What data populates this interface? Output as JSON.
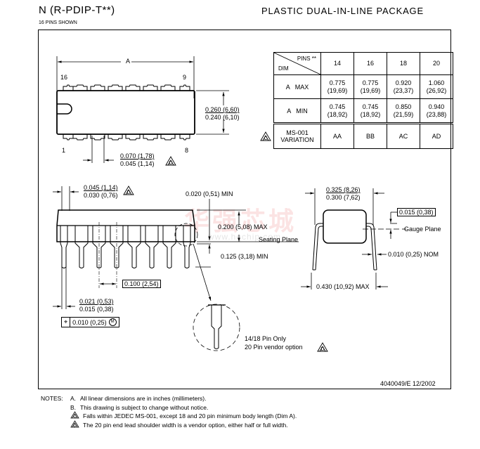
{
  "header": {
    "package_code": "N (R-PDIP-T**)",
    "pins_shown": "16 PINS SHOWN",
    "package_name": "PLASTIC DUAL-IN-LINE PACKAGE"
  },
  "watermark": {
    "text": "华强芯城",
    "url": "www.hqchip.com"
  },
  "top_view": {
    "dim_a_label": "A",
    "pin_16": "16",
    "pin_9": "9",
    "pin_1": "1",
    "pin_8": "8",
    "width_max": "0.260 (6,60)",
    "width_min": "0.240 (6,10)",
    "lead_shoulder_max": "0.070 (1,78)",
    "lead_shoulder_min": "0.045 (1,14)",
    "lead_shoulder_note": "D"
  },
  "side_view": {
    "end_lead_max": "0.045 (1,14)",
    "end_lead_min": "0.030 (0,76)",
    "end_lead_note": "D",
    "standoff": "0.020 (0,51) MIN",
    "height": "0.200 (5,08) MAX",
    "seating_plane": "Seating Plane",
    "lead_length": "0.125 (3,18) MIN",
    "pitch": "0.100 (2,54)",
    "lead_width_max": "0.021 (0,53)",
    "lead_width_min": "0.015 (0,38)",
    "position_tolerance": "0.010 (0,25)",
    "position_symbol": "⌖",
    "mmc_symbol": "M"
  },
  "end_view": {
    "row_spacing_max": "0.325 (8,26)",
    "row_spacing_min": "0.300 (7,62)",
    "gauge_offset": "0.015 (0,38)",
    "gauge_plane": "Gauge Plane",
    "lead_thickness": "0.010 (0,25) NOM",
    "overall_width": "0.430 (10,92) MAX"
  },
  "detail": {
    "line1": "14/18 Pin Only",
    "line2": "20 Pin vendor option",
    "note": "D"
  },
  "dim_table": {
    "header_pins": "PINS **",
    "header_dim": "DIM",
    "pin_counts": [
      "14",
      "16",
      "18",
      "20"
    ],
    "rows": [
      {
        "label": "A   MAX",
        "values": [
          [
            "0.775",
            "(19,69)"
          ],
          [
            "0.775",
            "(19,69)"
          ],
          [
            "0.920",
            "(23,37)"
          ],
          [
            "1.060",
            "(26,92)"
          ]
        ]
      },
      {
        "label": "A   MIN",
        "values": [
          [
            "0.745",
            "(18,92)"
          ],
          [
            "0.745",
            "(18,92)"
          ],
          [
            "0.850",
            "(21,59)"
          ],
          [
            "0.940",
            "(23,88)"
          ]
        ]
      }
    ],
    "variation": {
      "label_1": "MS-001",
      "label_2": "VARIATION",
      "note": "C",
      "values": [
        "AA",
        "BB",
        "AC",
        "AD"
      ]
    }
  },
  "doc_id": "4040049/E  12/2002",
  "notes": {
    "heading": "NOTES:",
    "items": [
      {
        "key": "A.",
        "text": "All linear dimensions are in inches (millimeters)."
      },
      {
        "key": "B.",
        "text": "This drawing is subject to change without notice."
      },
      {
        "key": "C",
        "text": "Falls within JEDEC MS-001, except 18 and 20 pin minimum body length (Dim A)."
      },
      {
        "key": "D",
        "text": "The 20 pin end lead shoulder width is a vendor option, either half or full width."
      }
    ]
  }
}
